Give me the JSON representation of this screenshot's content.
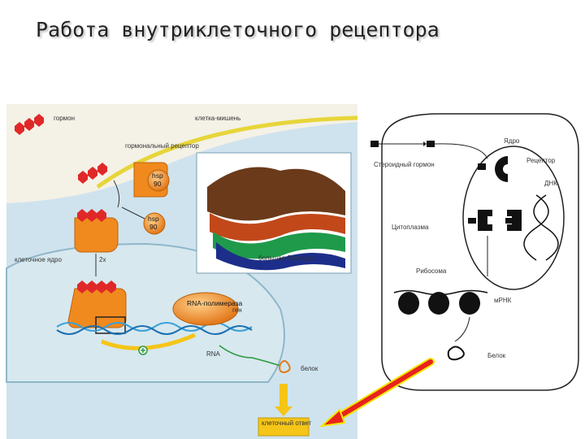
{
  "title": "Работа внутриклеточного рецептора",
  "left_figure": {
    "labels": {
      "hormone": "гормон",
      "target_cell": "клетка-мишень",
      "hormonal_receptor": "гормональный рецептор",
      "hsp1": "hsp",
      "hsp1_num": "90",
      "hsp2": "hsp",
      "hsp2_num": "90",
      "nucleus": "клеточное ядро",
      "dimer": "2x",
      "rna_polymerase": "RNA-полимераза",
      "gene": "ген",
      "rna": "RNA",
      "protein": "белок",
      "major_groove": "большая бороздка",
      "cell_response": "клеточный ответ"
    }
  },
  "right_figure": {
    "labels": {
      "steroid_hormone": "Стероидный гормон",
      "nucleus": "Ядро",
      "receptor": "Рецептор",
      "dna": "ДНК",
      "cytoplasm": "Цитоплазма",
      "ribosome": "Рибосома",
      "mrna": "мРНК",
      "protein": "Белок"
    }
  },
  "colors": {
    "arrow": "#e8231c",
    "arrow_outline": "#f2e600",
    "receptor": "#f08a1e",
    "hormone": "#e02828",
    "panel": "#cfe3ee"
  }
}
